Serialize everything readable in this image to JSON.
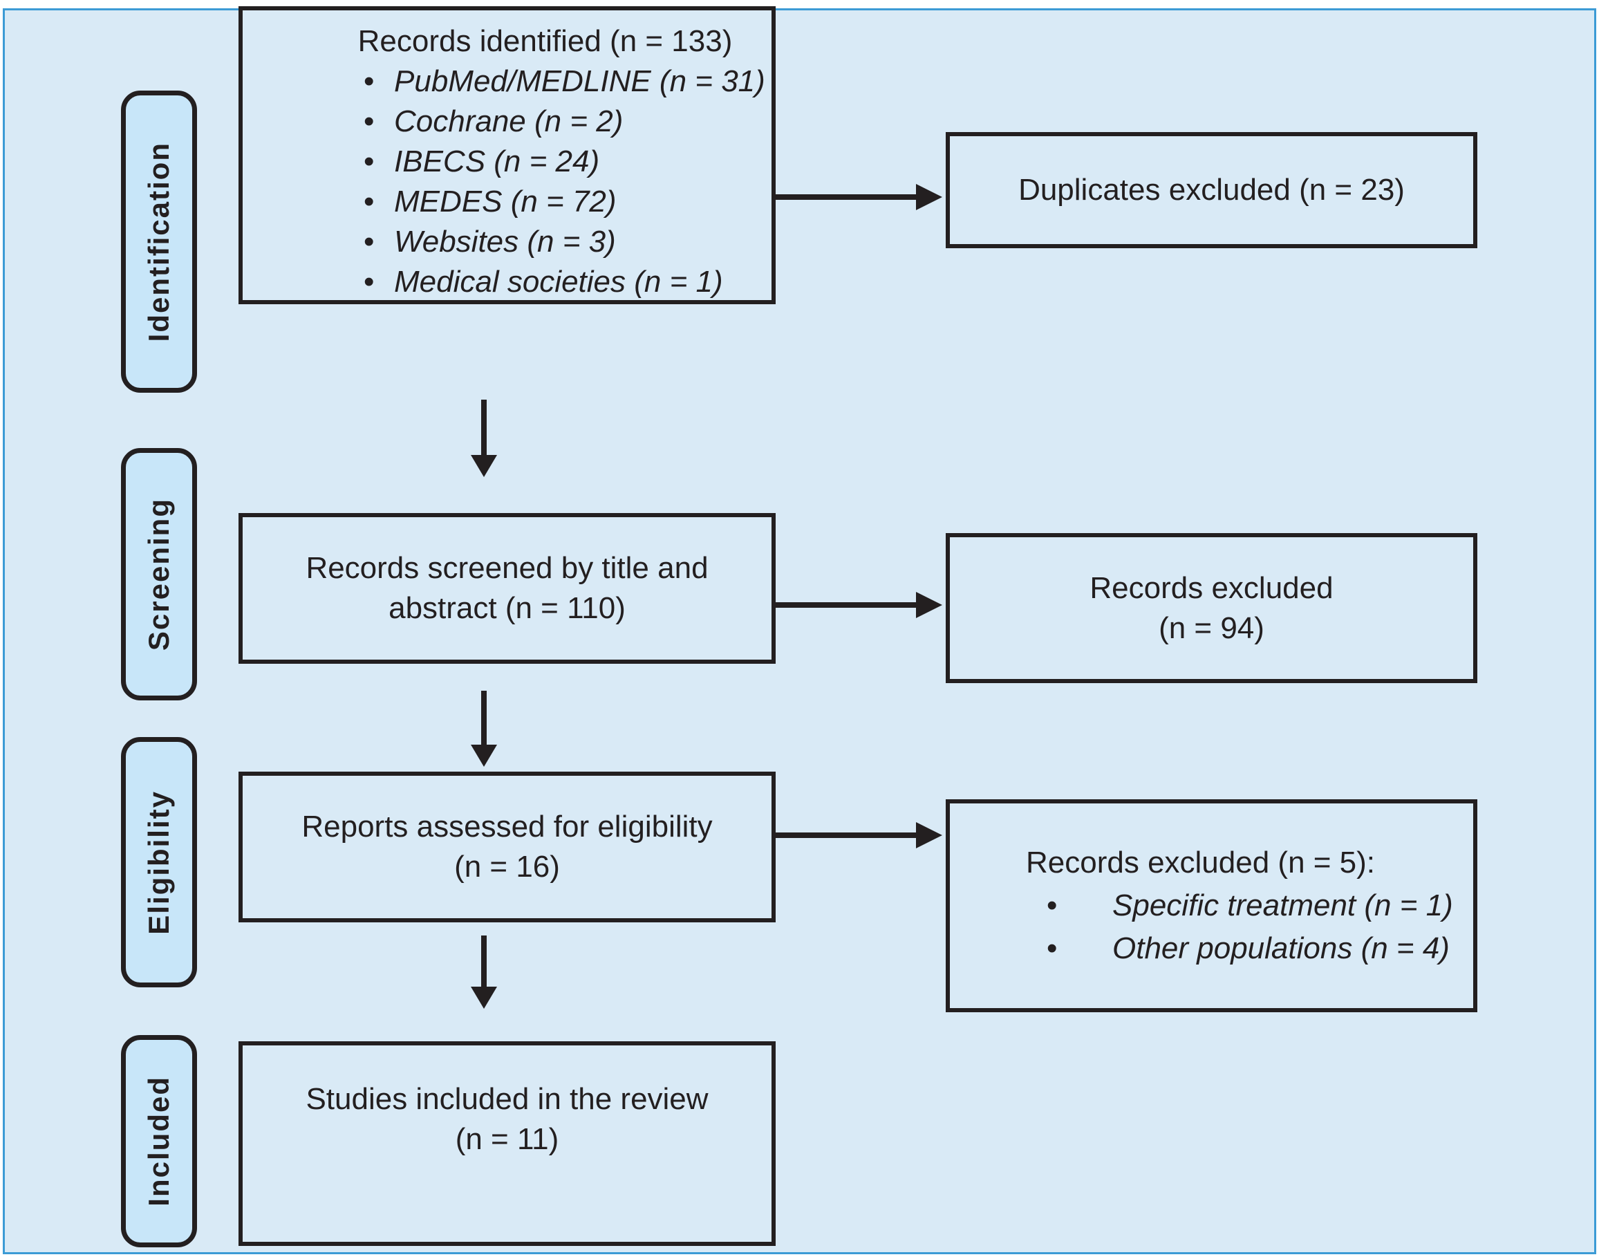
{
  "figure": {
    "type": "prisma-flow-diagram",
    "colors": {
      "canvas_background": "#d9eaf6",
      "stage_label_fill": "#c8e6f9",
      "box_fill": "#d9eaf6",
      "line_and_text": "#231f20",
      "outer_frame": "#3c9bd5"
    },
    "stages": [
      {
        "label": "Identification"
      },
      {
        "label": "Screening"
      },
      {
        "label": "Eligibility"
      },
      {
        "label": "Included"
      }
    ],
    "boxes": {
      "identified": {
        "title": "Records identified (n = 133)",
        "bullets": [
          "PubMed/MEDLINE (n = 31)",
          "Cochrane (n = 2)",
          "IBECS (n = 24)",
          "MEDES (n = 72)",
          "Websites (n = 3)",
          "Medical societies (n = 1)"
        ]
      },
      "duplicates_excluded": {
        "line1": "Duplicates excluded (n = 23)"
      },
      "screened": {
        "line1": "Records screened by title and",
        "line2": "abstract (n = 110)"
      },
      "records_excluded_screening": {
        "line1": "Records excluded",
        "line2": "(n = 94)"
      },
      "assessed": {
        "line1": "Reports assessed for eligibility",
        "line2": "(n = 16)"
      },
      "records_excluded_eligibility": {
        "title": "Records excluded (n = 5):",
        "bullets": [
          "Specific treatment (n = 1)",
          "Other populations (n = 4)"
        ]
      },
      "included_studies": {
        "line1": "Studies included in the review",
        "line2": "(n = 11)"
      }
    }
  }
}
